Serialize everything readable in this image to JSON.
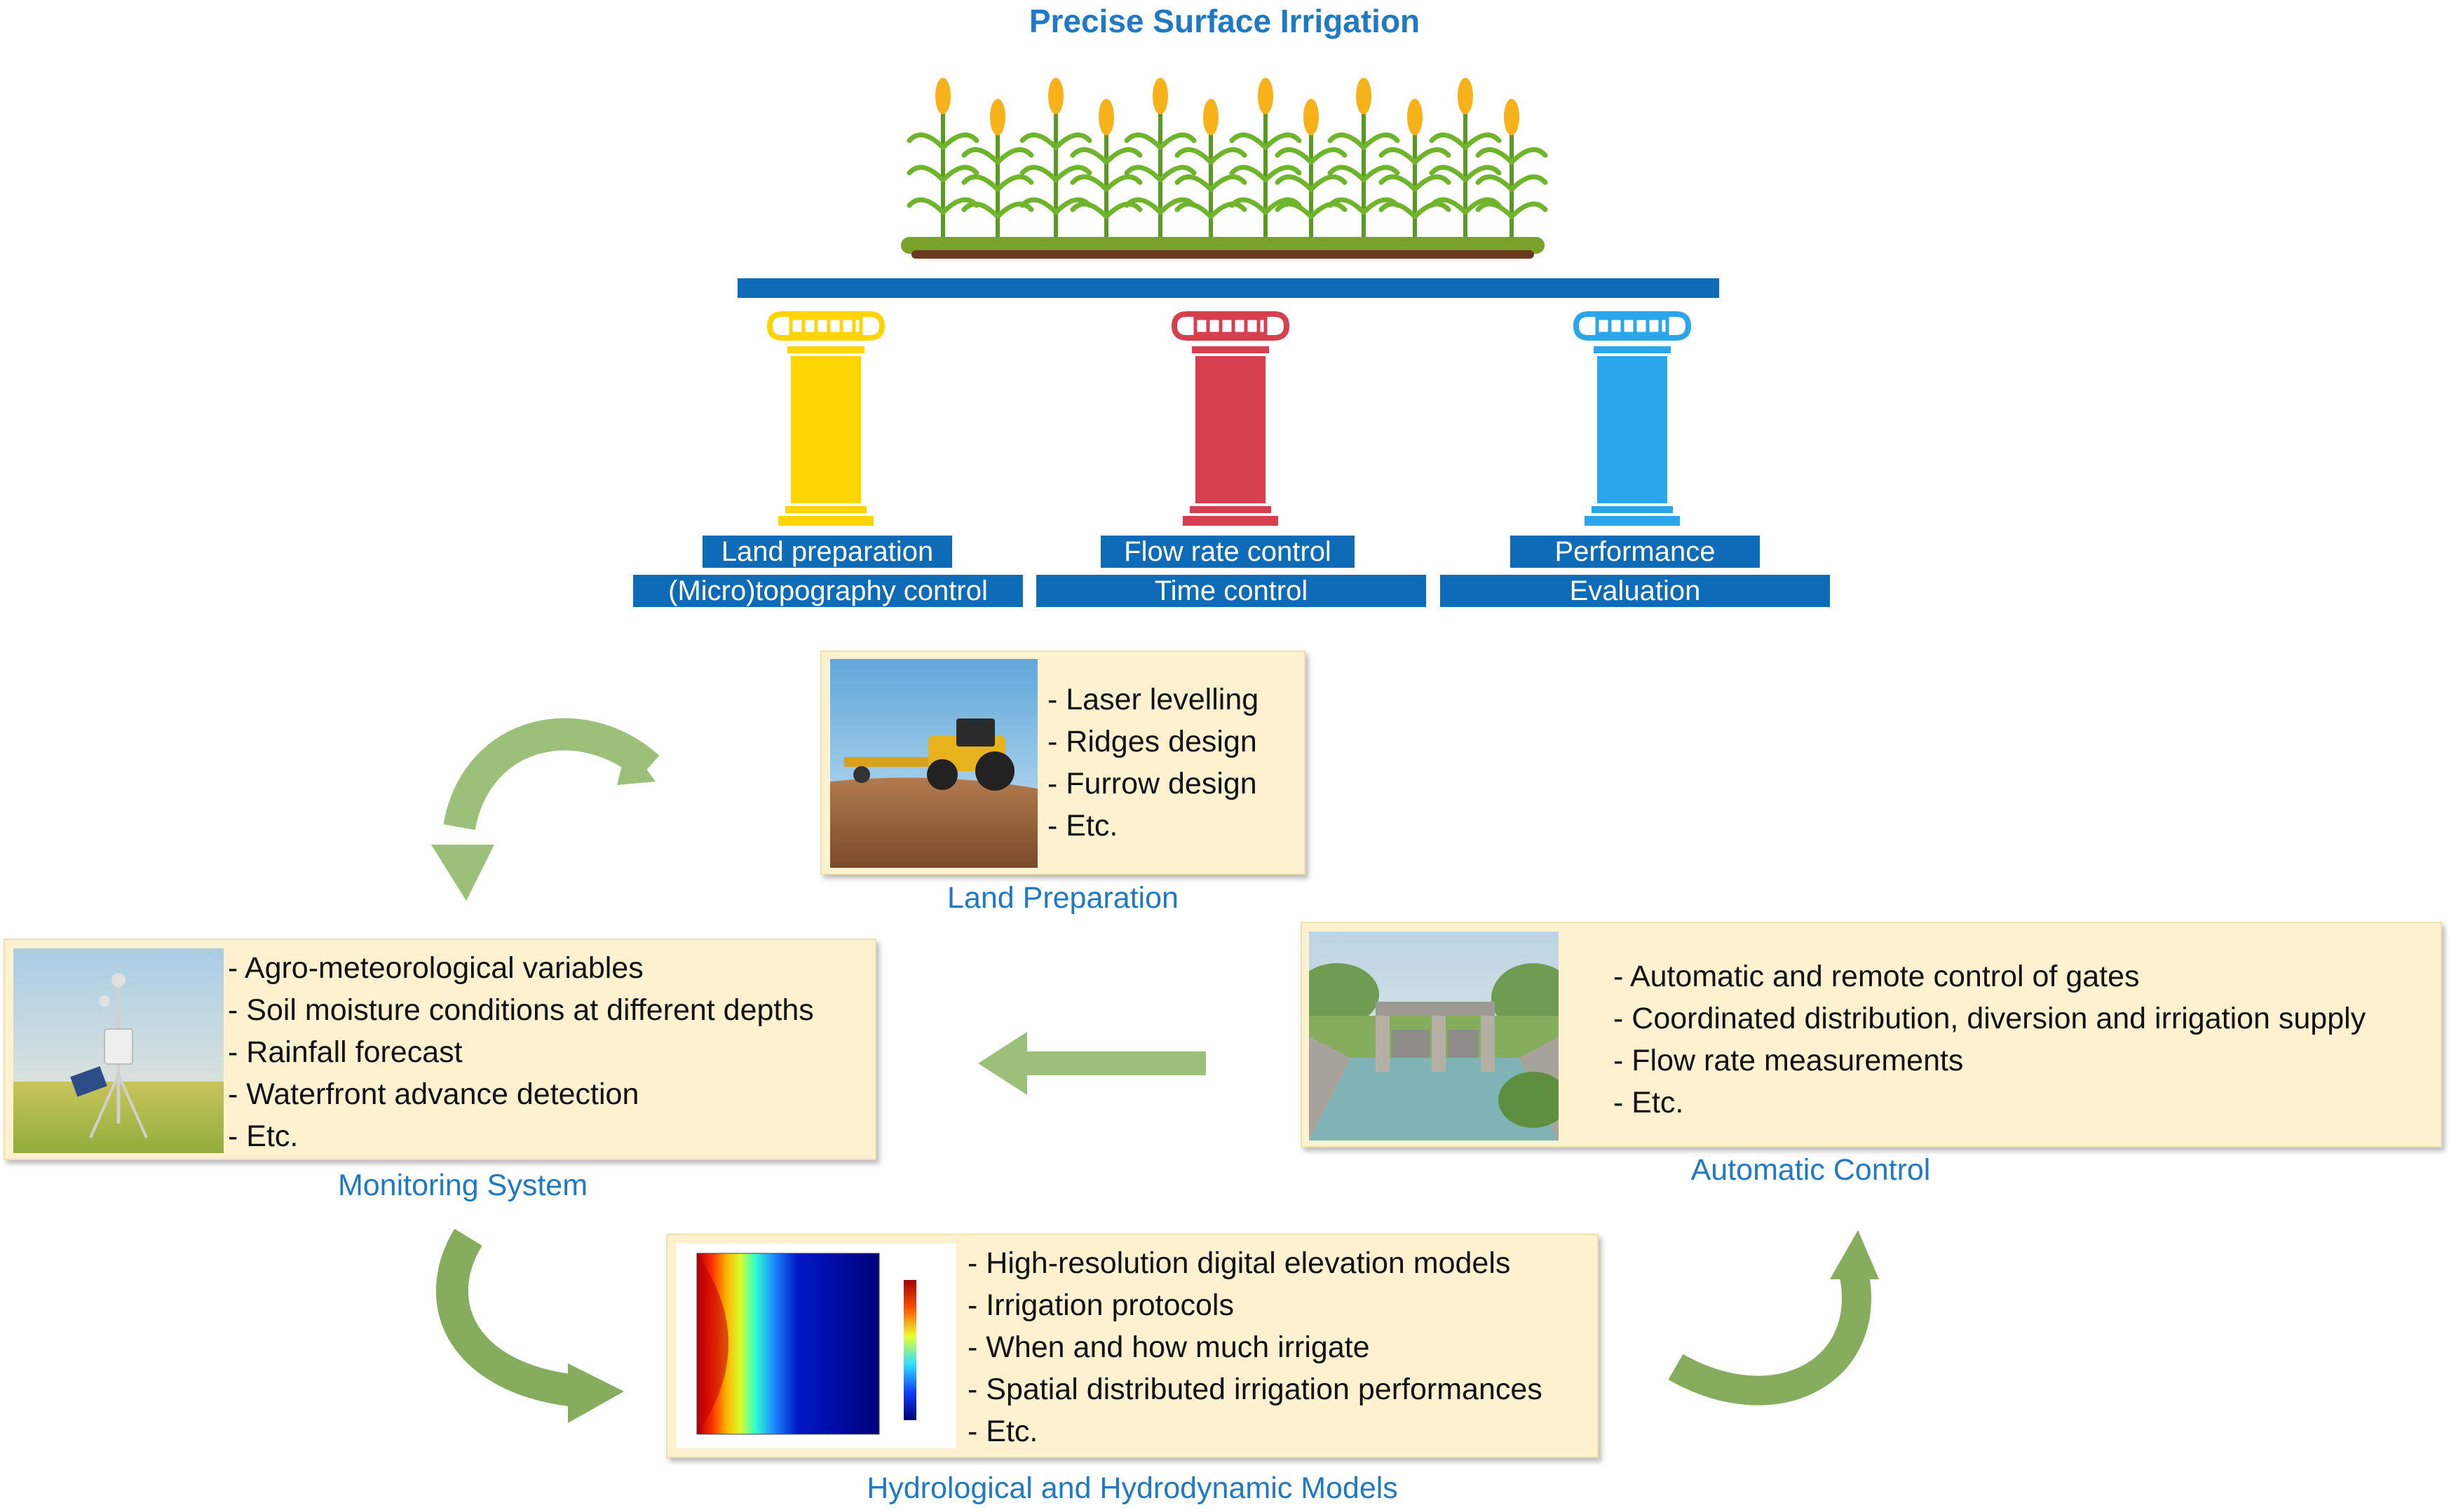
{
  "title": "Precise Surface Irrigation",
  "pillars": [
    {
      "labels": [
        "Land preparation",
        "(Micro)topography control"
      ],
      "color": "#ffd400"
    },
    {
      "labels": [
        "Flow rate control",
        "Time control"
      ],
      "color": "#d6404e"
    },
    {
      "labels": [
        "Performance",
        "Evaluation"
      ],
      "color": "#2aa6ec"
    }
  ],
  "boxes": {
    "land": {
      "caption": "Land Preparation",
      "items": [
        "- Laser levelling",
        "- Ridges design",
        "- Furrow design",
        "- Etc."
      ]
    },
    "monitoring": {
      "caption": "Monitoring System",
      "items": [
        "- Agro-meteorological variables",
        "- Soil moisture conditions at different depths",
        "- Rainfall forecast",
        "- Waterfront advance detection",
        "- Etc."
      ]
    },
    "automatic": {
      "caption": "Automatic Control",
      "items": [
        "- Automatic and remote control of gates",
        "- Coordinated distribution, diversion and irrigation supply",
        "- Flow rate measurements",
        "- Etc."
      ]
    },
    "models": {
      "caption": "Hydrological and Hydrodynamic Models",
      "items": [
        "- High-resolution digital elevation models",
        "- Irrigation protocols",
        "- When and how much irrigate",
        "- Spatial distributed irrigation performances",
        "- Etc."
      ]
    }
  },
  "colors": {
    "accent_blue": "#0e6bb8",
    "caption_blue": "#1f79c4",
    "box_fill": "#fdf1cf",
    "arrow_green": "#9cc07a"
  }
}
